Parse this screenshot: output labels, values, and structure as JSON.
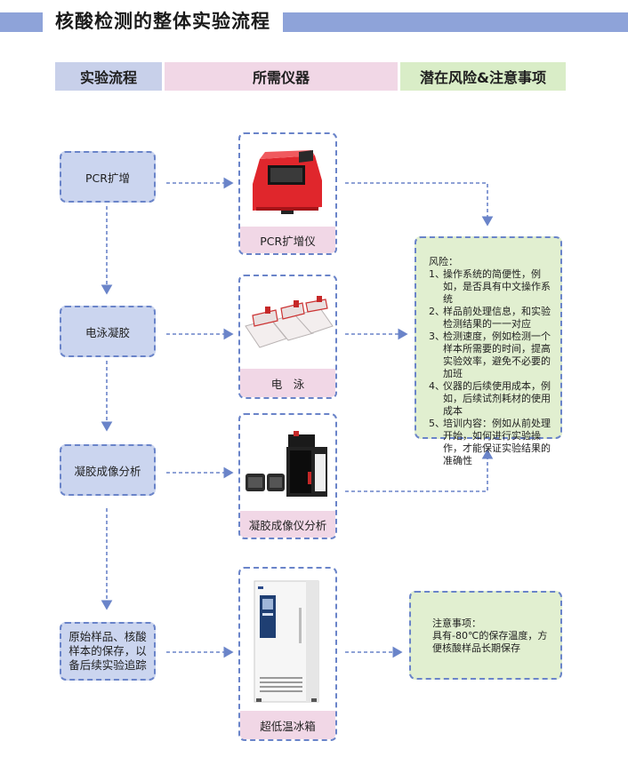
{
  "title": "核酸检测的整体实验流程",
  "headers": {
    "process": "实验流程",
    "instruments": "所需仪器",
    "risks": "潜在风险&注意事项"
  },
  "steps": [
    "PCR扩增",
    "电泳凝胶",
    "凝胶成像分析",
    "原始样品、核酸样本的保存，以备后续实验追踪"
  ],
  "instruments": [
    "PCR扩增仪",
    "电　泳",
    "凝胶成像仪分析",
    "超低温冰箱"
  ],
  "risk": {
    "heading": "风险：",
    "items": [
      {
        "num": "1、",
        "text": "操作系统的简便性，例如，是否具有中文操作系统"
      },
      {
        "num": "2、",
        "text": "样品前处理信息，和实验检测结果的一一对应"
      },
      {
        "num": "3、",
        "text": "检测速度，例如检测一个样本所需要的时间，提高实验效率，避免不必要的加班"
      },
      {
        "num": "4、",
        "text": "仪器的后续使用成本，例如，后续试剂耗材的使用成本"
      },
      {
        "num": "5、",
        "text": "培训内容：例如从前处理开始，如何进行实验操作，才能保证实验结果的准确性"
      }
    ]
  },
  "caution": {
    "heading": "注意事项：",
    "text": "具有-80℃的保存温度，方便核酸样品长期保存"
  },
  "colors": {
    "accent": "#8ea3d9",
    "dash": "#6a84c9",
    "step_fill": "#cbd5ef",
    "pink": "#f1d7e6",
    "green": "#e1efd0",
    "device_red": "#e0262c"
  }
}
